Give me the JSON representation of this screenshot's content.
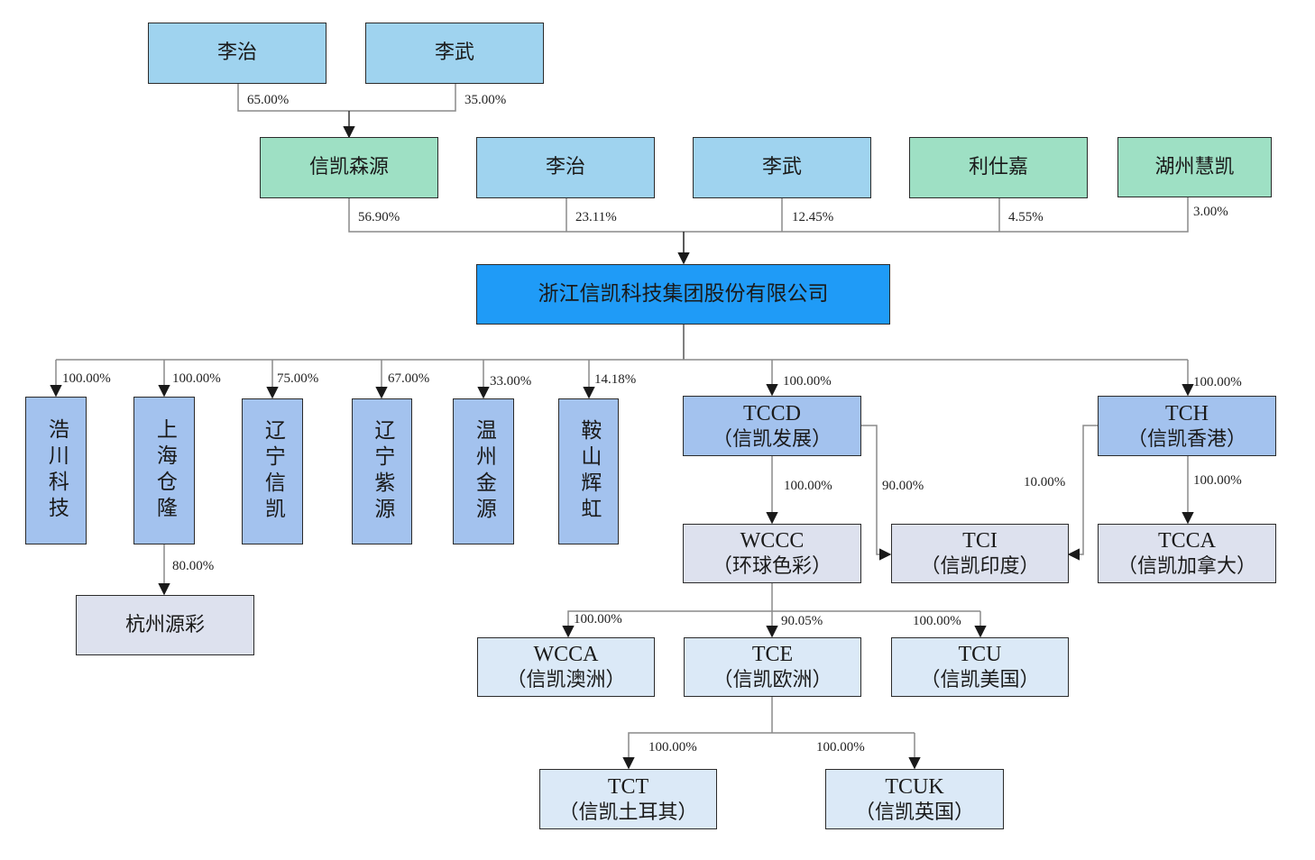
{
  "colors": {
    "person": "#9fd3ef",
    "holding_entity": "#9ee0c4",
    "company": "#1f9bf7",
    "subsidiary_level1": "#a3c2ee",
    "subsidiary_level2": "#dde1ee",
    "subsidiary_level3": "#dbe9f7",
    "connector": "#808080",
    "arrow": "#1a1a1a"
  },
  "nodes": {
    "li_zhi_top": {
      "label": "李治"
    },
    "li_wu_top": {
      "label": "李武"
    },
    "xinkai_senyuan": {
      "label": "信凯森源"
    },
    "li_zhi": {
      "label": "李治"
    },
    "li_wu": {
      "label": "李武"
    },
    "lishijia": {
      "label": "利仕嘉"
    },
    "huzhou_huikai": {
      "label": "湖州慧凯"
    },
    "company": {
      "label": "浙江信凯科技集团股份有限公司"
    },
    "haochuan": {
      "label": "浩川科技"
    },
    "shanghai_canglong": {
      "label": "上海仓隆"
    },
    "liaoning_xinkai": {
      "label": "辽宁信凯"
    },
    "liaoning_ziyuan": {
      "label": "辽宁紫源"
    },
    "wenzhou_jinyuan": {
      "label": "温州金源"
    },
    "anshan_huihong": {
      "label": "鞍山辉虹"
    },
    "hangzhou_yuancai": {
      "label": "杭州源彩"
    },
    "tccd": {
      "code": "TCCD",
      "label": "（信凯发展）"
    },
    "tch": {
      "code": "TCH",
      "label": "（信凯香港）"
    },
    "wccc": {
      "code": "WCCC",
      "label": "（环球色彩）"
    },
    "tci": {
      "code": "TCI",
      "label": "（信凯印度）"
    },
    "tcca": {
      "code": "TCCA",
      "label": "（信凯加拿大）"
    },
    "wcca": {
      "code": "WCCA",
      "label": "（信凯澳洲）"
    },
    "tce": {
      "code": "TCE",
      "label": "（信凯欧洲）"
    },
    "tcu": {
      "code": "TCU",
      "label": "（信凯美国）"
    },
    "tct": {
      "code": "TCT",
      "label": "（信凯土耳其）"
    },
    "tcuk": {
      "code": "TCUK",
      "label": "（信凯英国）"
    }
  },
  "edges": {
    "li_zhi_top_to_senyuan": "65.00%",
    "li_wu_top_to_senyuan": "35.00%",
    "senyuan_to_company": "56.90%",
    "li_zhi_to_company": "23.11%",
    "li_wu_to_company": "12.45%",
    "lishijia_to_company": "4.55%",
    "huzhou_to_company": "3.00%",
    "company_to_haochuan": "100.00%",
    "company_to_shanghai": "100.00%",
    "company_to_liaoning_xinkai": "75.00%",
    "company_to_liaoning_ziyuan": "67.00%",
    "company_to_wenzhou": "33.00%",
    "company_to_anshan": "14.18%",
    "company_to_tccd": "100.00%",
    "company_to_tch": "100.00%",
    "shanghai_to_hangzhou": "80.00%",
    "tccd_to_wccc": "100.00%",
    "tccd_to_tci": "90.00%",
    "tch_to_tci": "10.00%",
    "tch_to_tcca": "100.00%",
    "wccc_to_wcca": "100.00%",
    "wccc_to_tce": "90.05%",
    "wccc_to_tcu": "100.00%",
    "tce_to_tct": "100.00%",
    "tce_to_tcuk": "100.00%"
  }
}
